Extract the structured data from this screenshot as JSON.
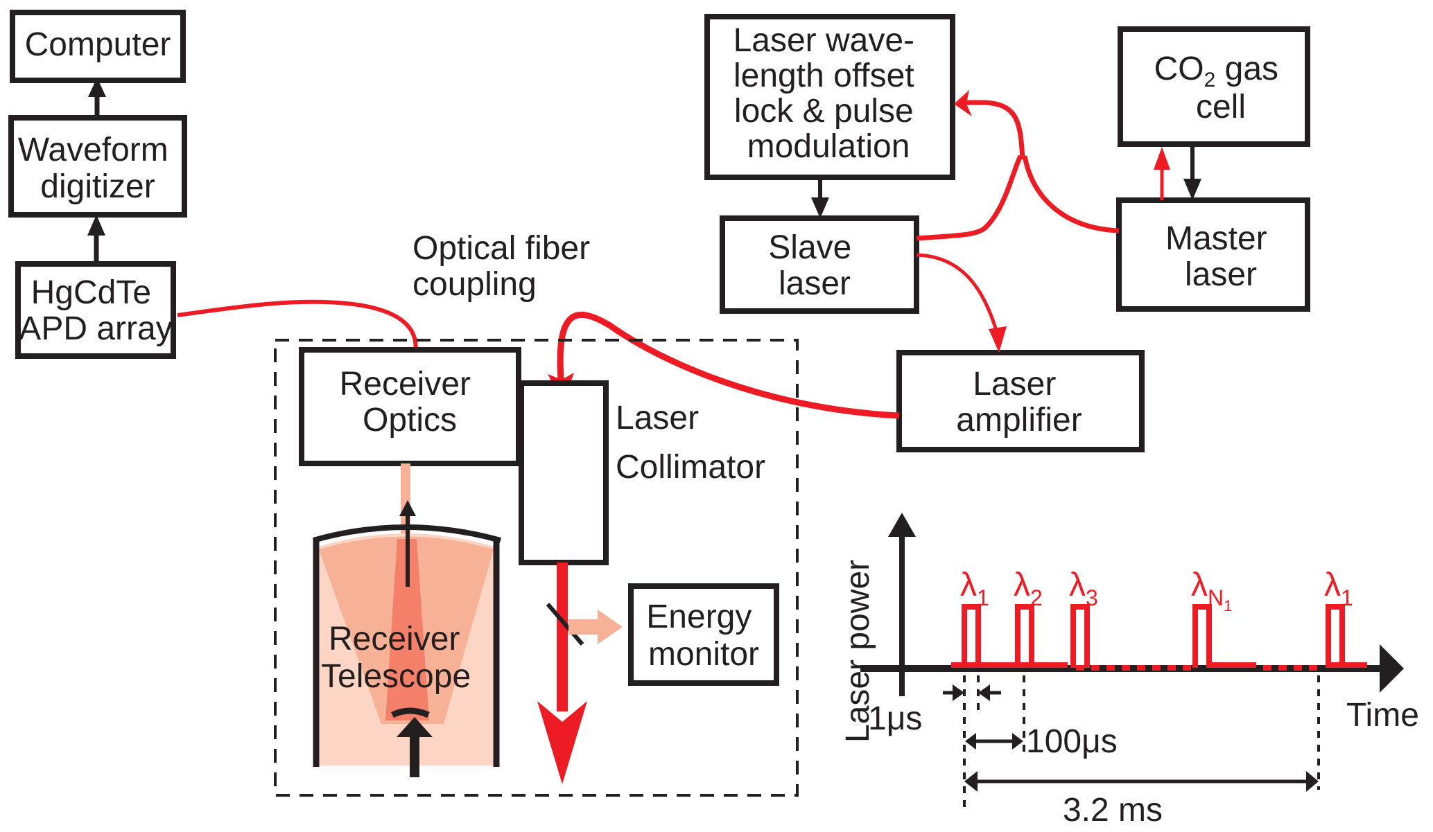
{
  "colors": {
    "ink": "#231f20",
    "laser_red": "#ed1c24",
    "beam_light": "#fcd5c4",
    "beam_mid": "#f7b197",
    "beam_core": "#f4806a"
  },
  "blocks": {
    "computer": [
      "Computer"
    ],
    "digitizer": [
      "Waveform",
      "digitizer"
    ],
    "apd": [
      "HgCdTe",
      "APD array"
    ],
    "lock": [
      "Laser wave-",
      "length offset",
      "lock & pulse",
      "modulation"
    ],
    "co2_main": "CO",
    "co2_sub": "2",
    "co2_rest": " gas",
    "co2_line2": "cell",
    "slave": [
      "Slave",
      "laser"
    ],
    "master": [
      "Master",
      "laser"
    ],
    "amplifier": [
      "Laser",
      "amplifier"
    ],
    "receiver_optics": [
      "Receiver",
      "Optics"
    ],
    "collimator": [
      "Laser",
      "Collimator"
    ],
    "energy": [
      "Energy",
      "monitor"
    ],
    "telescope": [
      "Receiver",
      "Telescope"
    ]
  },
  "labels": {
    "fiber": [
      "Optical fiber",
      "coupling"
    ]
  },
  "chart_data": {
    "type": "line",
    "title": "",
    "xlabel": "Time",
    "ylabel": "Laser power",
    "pulses": [
      {
        "label": "λ",
        "sub": "1"
      },
      {
        "label": "λ",
        "sub": "2"
      },
      {
        "label": "λ",
        "sub": "3"
      },
      {
        "label": "λ",
        "sub": "N",
        "subsub": "1"
      },
      {
        "label": "λ",
        "sub": "1"
      }
    ],
    "annotations": {
      "pulse_width": "1μs",
      "pulse_spacing": "100μs",
      "cycle_period": "3.2 ms"
    }
  }
}
